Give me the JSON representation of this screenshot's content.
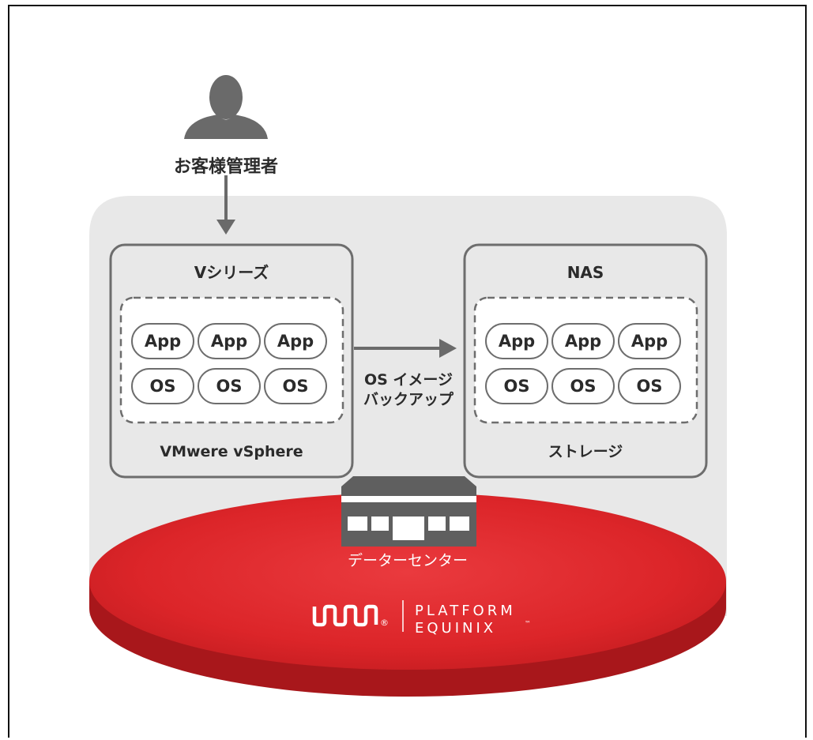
{
  "diagram": {
    "admin_label": "お客様管理者",
    "left_box": {
      "title": "Vシリーズ",
      "footer": "VMwere vSphere",
      "apps": [
        "App",
        "App",
        "App"
      ],
      "oses": [
        "OS",
        "OS",
        "OS"
      ]
    },
    "right_box": {
      "title": "NAS",
      "footer": "ストレージ",
      "apps": [
        "App",
        "App",
        "App"
      ],
      "oses": [
        "OS",
        "OS",
        "OS"
      ]
    },
    "arrow_label_line1": "OS イメージ",
    "arrow_label_line2": "バックアップ",
    "datacenter_label": "データーセンター",
    "brand": {
      "line1": "PLATFORM",
      "line2": "EQUINIX",
      "tm": "™",
      "reg": "®"
    }
  },
  "colors": {
    "panel": "#e8e8e8",
    "box_border": "#6d6d6d",
    "icon_gray": "#6a6a6a",
    "red_top": "#e0282d",
    "red_edge": "#a8171b"
  }
}
